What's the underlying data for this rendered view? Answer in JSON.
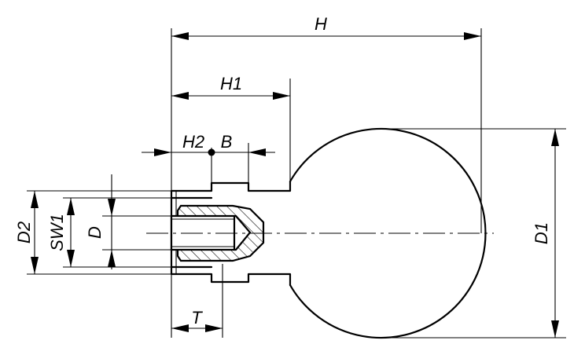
{
  "drawing": {
    "labels": {
      "H": "H",
      "H1": "H1",
      "H2": "H2",
      "B": "B",
      "D": "D",
      "D1": "D1",
      "D2": "D2",
      "SW1": "SW1",
      "T": "T"
    }
  }
}
